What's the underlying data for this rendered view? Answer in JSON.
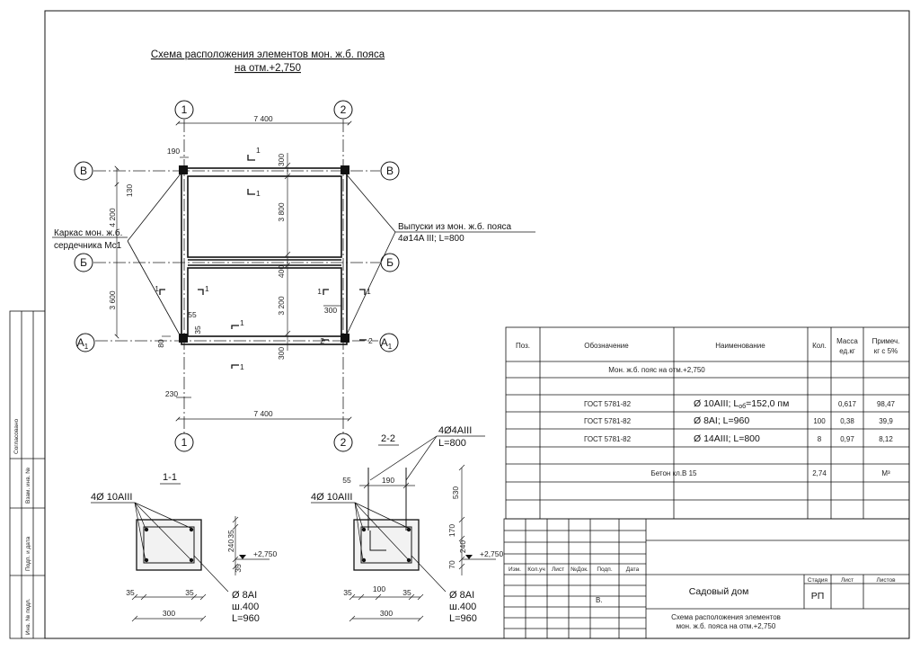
{
  "drawing": {
    "title_line1": "Схема расположения элементов мон. ж.б. пояса",
    "title_line2": "на отм.+2,750",
    "axes": {
      "col1": "1",
      "col2": "2",
      "rowV": "В",
      "rowB": "Б",
      "rowA": "А",
      "rowA_sub": "1"
    },
    "dims": {
      "span_top": "7 400",
      "span_bottom": "7 400",
      "d190": "190",
      "d130": "130",
      "d4200": "4 200",
      "d3600": "3 600",
      "d300a": "300",
      "d3800": "3 800",
      "d400": "400",
      "d3200": "3 200",
      "d300b": "300",
      "d300c": "300",
      "d55": "55",
      "d35": "35",
      "d80": "80",
      "d230": "230"
    },
    "section_marks": {
      "s1": "1",
      "s2": "2"
    },
    "callout_left_line1": "Каркас мон. ж.б.",
    "callout_left_line2": "сердечника  Мс1",
    "callout_right_line1": "Выпуски из мон. ж.б. пояса",
    "callout_right_line2": "4ø14A III; L=800"
  },
  "section1": {
    "title": "1-1",
    "rebar_main": "4Ø 10AIII",
    "d35_top": "35",
    "d240": "240",
    "d35_bot": "35",
    "level": "+2,750",
    "stirrup_1": "Ø 8AI",
    "stirrup_2": "ш.400",
    "stirrup_3": "L=960",
    "d35_l": "35",
    "d35_r": "35",
    "width": "300"
  },
  "section2": {
    "title": "2-2",
    "rebar_top_1": "4Ø4AIII",
    "rebar_top_2": "L=800",
    "rebar_main": "4Ø 10AIII",
    "d55": "55",
    "d190": "190",
    "d530": "530",
    "d170": "170",
    "d240": "240",
    "d70": "70",
    "level": "+2,750",
    "stirrup_1": "Ø 8AI",
    "stirrup_2": "ш.400",
    "stirrup_3": "L=960",
    "d35_l": "35",
    "d100": "100",
    "d35_r": "35",
    "width": "300"
  },
  "spec": {
    "headers": {
      "pos": "Поз.",
      "desig": "Обозначение",
      "name": "Наименование",
      "qty": "Кол.",
      "mass_1": "Масса",
      "mass_2": "ед.кг",
      "note_1": "Примеч.",
      "note_2": "кг с 5%"
    },
    "section_title": "Мон. ж.б. пояс на отм.+2,750",
    "rows": [
      {
        "desig": "ГОСТ 5781-82",
        "name": "Ø 10AIII; L",
        "name_sub": "об",
        "name_tail": "=152,0 пм",
        "qty": "",
        "mass": "0,617",
        "note": "98,47"
      },
      {
        "desig": "ГОСТ 5781-82",
        "name": "Ø 8AI; L=960",
        "qty": "100",
        "mass": "0,38",
        "note": "39,9"
      },
      {
        "desig": "ГОСТ 5781-82",
        "name": "Ø 14AIII; L=800",
        "qty": "8",
        "mass": "0,97",
        "note": "8,12"
      }
    ],
    "concrete": {
      "name": "Бетон кл.В 15",
      "qty": "2,74",
      "unit": "М³"
    }
  },
  "stamp": {
    "cols": {
      "izm": "Изм.",
      "kol": "Кол.уч",
      "list": "Лист",
      "ndok": "№Док.",
      "podp": "Подп.",
      "data": "Дата"
    },
    "v_mark": "В.",
    "object": "Садовый дом",
    "stage_label": "Стадия",
    "sheet_label": "Лист",
    "sheets_label": "Листов",
    "stage_value": "РП",
    "sheet_title_1": "Схема расположения элементов",
    "sheet_title_2": "мон. ж.б. пояса на отм.+2,750"
  },
  "side_stamp": {
    "c1": "Согласовано",
    "c2": "Взам. инв. №",
    "c3": "Подп. и дата",
    "c4": "Инв. № подл."
  }
}
